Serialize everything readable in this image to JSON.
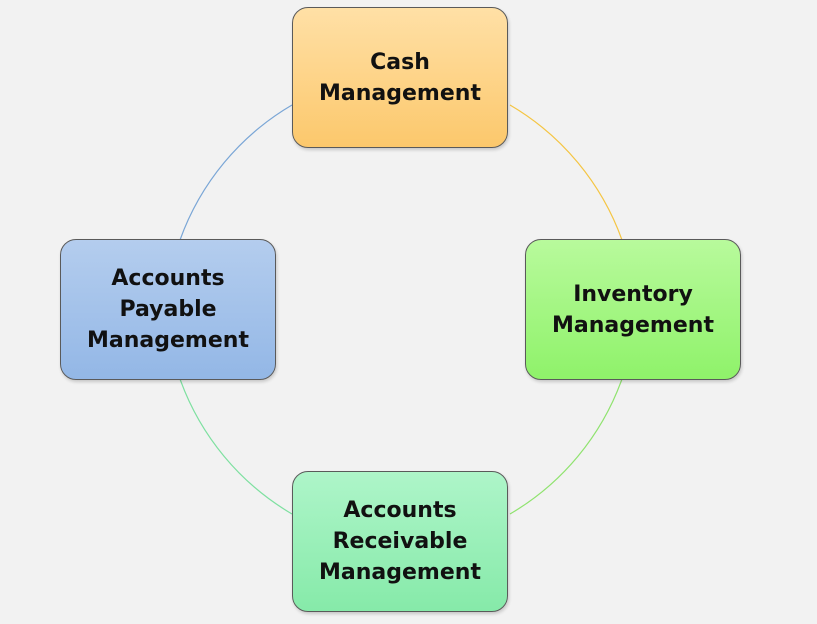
{
  "diagram": {
    "type": "cycle",
    "nodes": [
      {
        "id": "cash",
        "label": "Cash\nManagement",
        "color": "#fcc86c"
      },
      {
        "id": "inventory",
        "label": "Inventory\nManagement",
        "color": "#8ff26a"
      },
      {
        "id": "receivable",
        "label": "Accounts\nReceivable\nManagement",
        "color": "#86eaa9"
      },
      {
        "id": "payable",
        "label": "Accounts\nPayable\nManagement",
        "color": "#93b7e6"
      }
    ],
    "connector_colors": {
      "cash_to_inventory": "#f5c542",
      "inventory_to_receivable": "#8fe36e",
      "receivable_to_payable": "#7ee0a0",
      "payable_to_cash": "#7aa6d6"
    }
  }
}
